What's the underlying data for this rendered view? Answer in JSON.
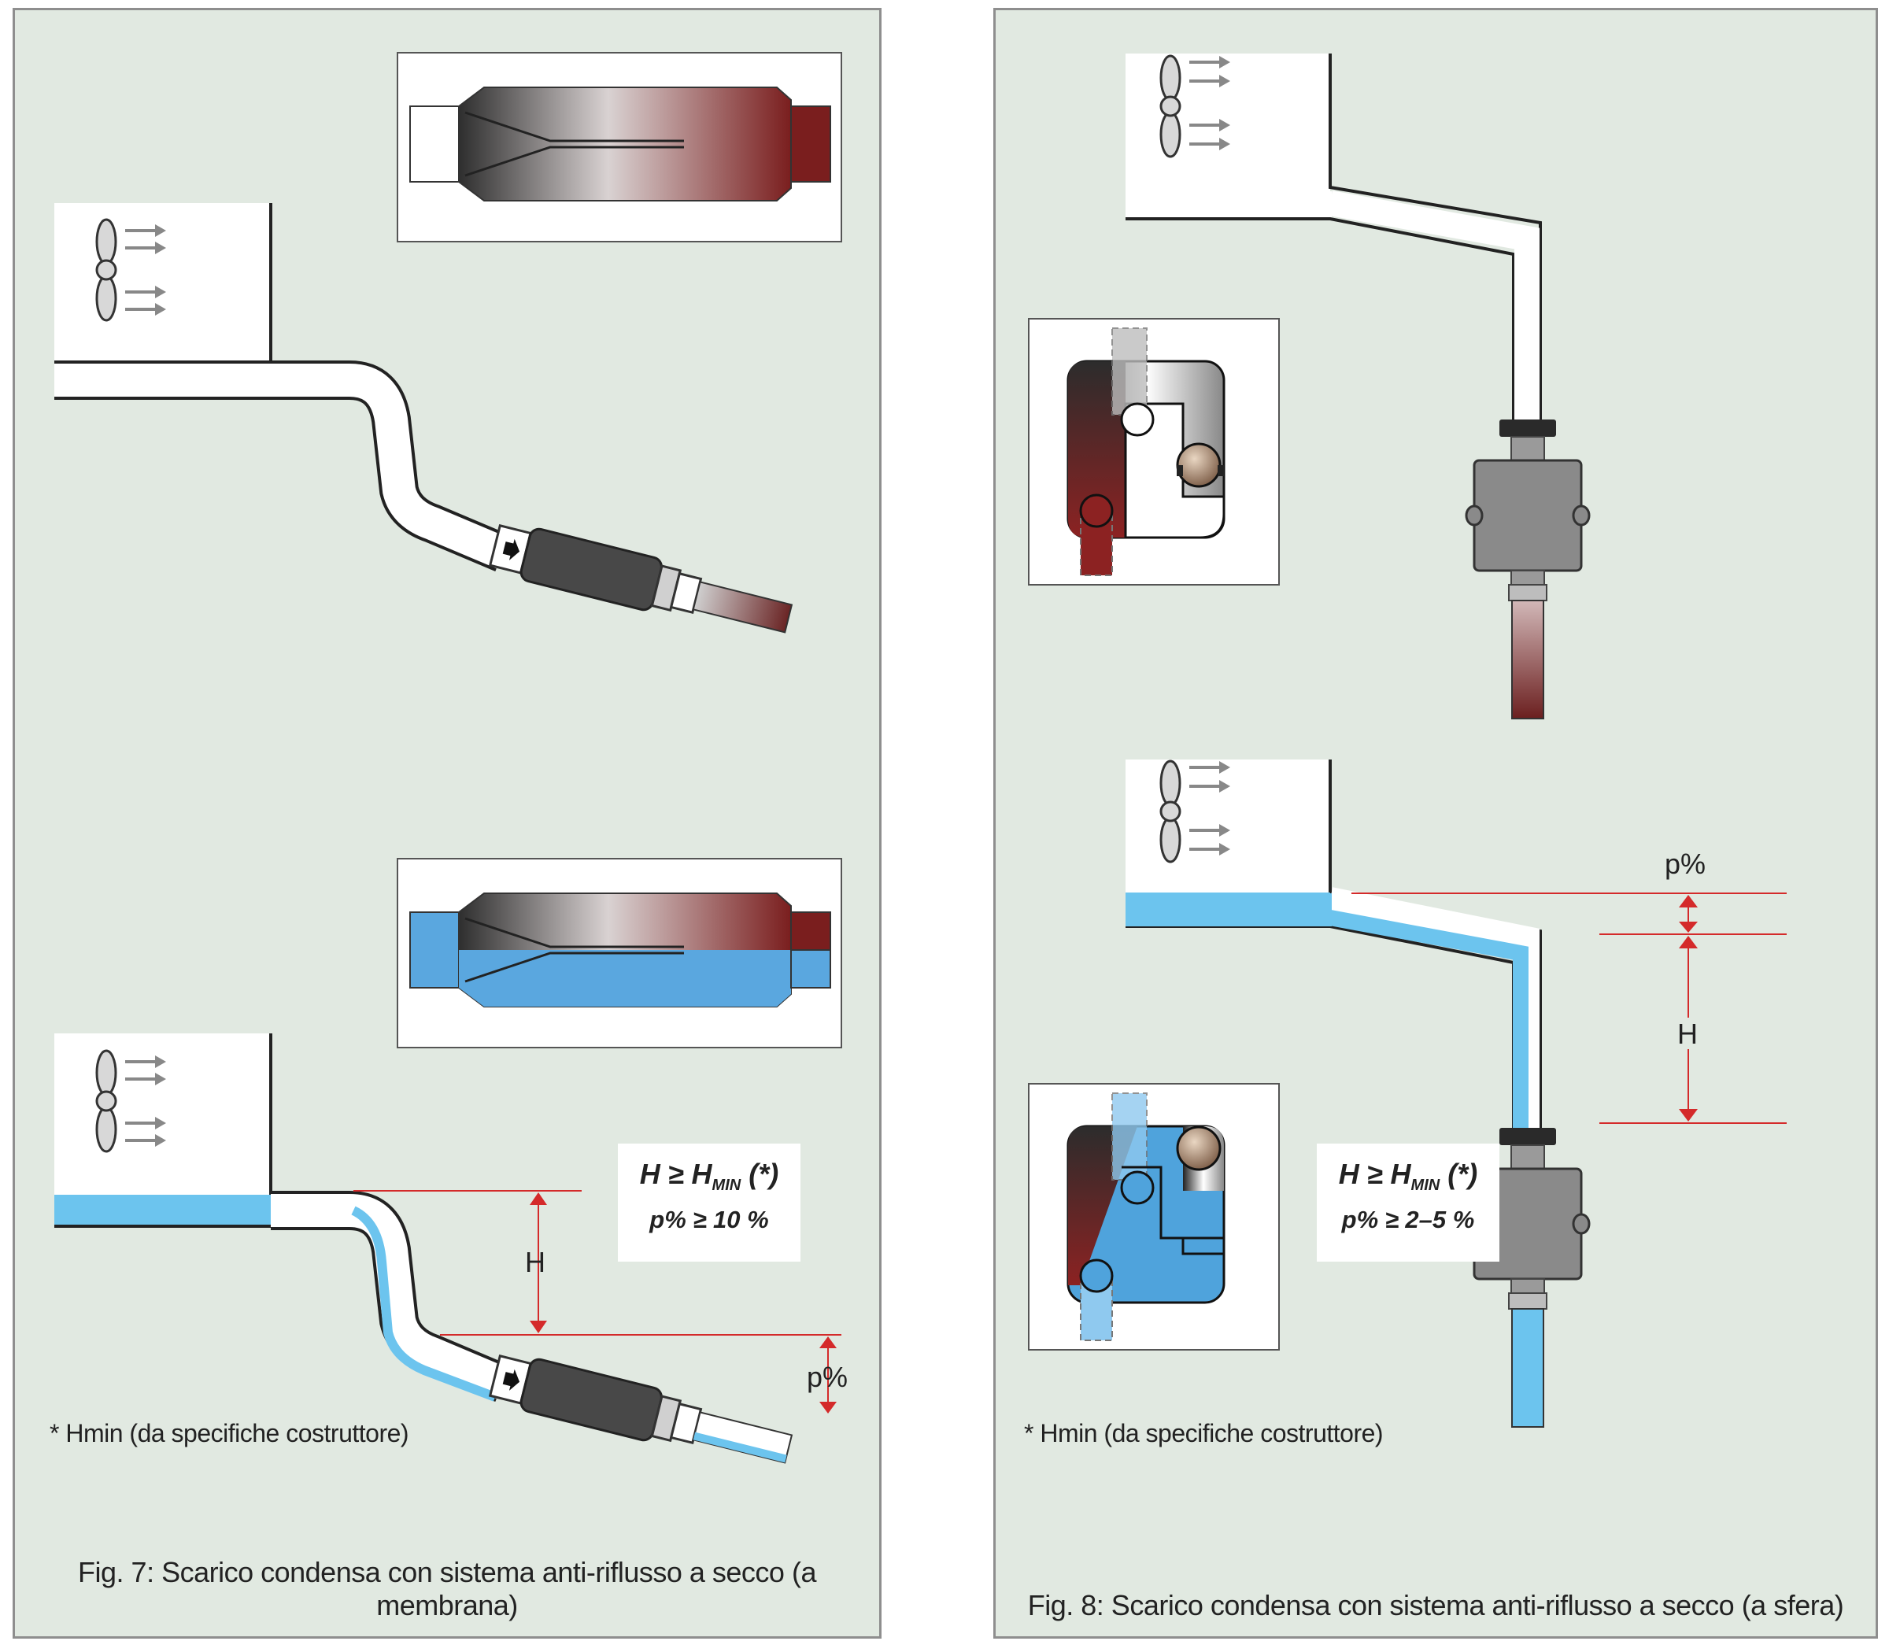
{
  "figures": [
    {
      "caption": "Fig. 7: Scarico condensa con sistema anti-riflusso a secco (a membrana)",
      "note": "* Hmin (da specifiche costruttore)",
      "formula_line1_pre": "H ≥ H",
      "formula_line1_sub": "MIN",
      "formula_line1_post": " (*)",
      "formula_line2": "p% ≥ 10 %",
      "label_h": "H",
      "label_p": "p%"
    },
    {
      "caption": "Fig. 8: Scarico condensa con sistema anti-riflusso a secco (a sfera)",
      "note": "* Hmin (da specifiche costruttore)",
      "formula_line1_pre": "H ≥ H",
      "formula_line1_sub": "MIN",
      "formula_line1_post": " (*)",
      "formula_line2": "p% ≥ 2–5 %",
      "label_h": "H",
      "label_p": "p%"
    }
  ],
  "colors": {
    "panel_bg": "#e1e9e1",
    "water": "#6cc4ee",
    "condensate_dark": "#7a1e1e",
    "dimension_red": "#d42a2a",
    "valve_grey": "#8a8a8a"
  }
}
